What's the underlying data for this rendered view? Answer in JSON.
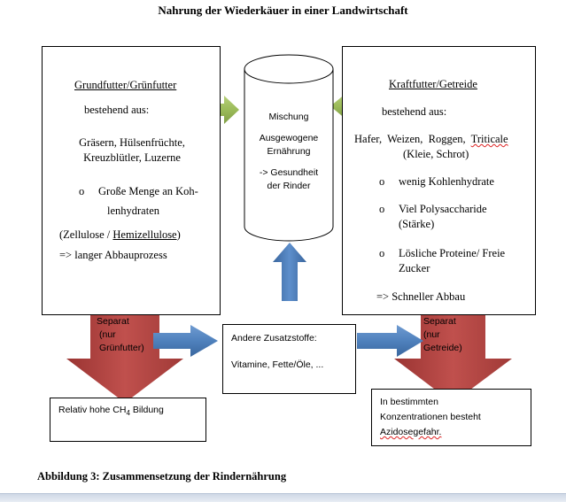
{
  "title": "Nahrung der Wiederkäuer  in einer Landwirtschaft",
  "left_box": {
    "heading": "Grundfutter/Grünfutter",
    "sub": "bestehend  aus:",
    "line1": "Gräsern, Hülsenfrüchte,",
    "line2": "Kreuzblütler, Luzerne",
    "bullet1_marker": "o",
    "bullet1_line1": "Große Menge  an Koh-",
    "bullet1_line2": "lenhydraten",
    "line3_open": "(Zellulose / ",
    "line3_word": "Hemizellulose",
    "line3_close": ")",
    "line4": "=> langer Abbauprozess"
  },
  "center": {
    "line1": "Mischung",
    "line2": "Ausgewogene",
    "line3": "Ernährung",
    "line4": "-> Gesundheit",
    "line5": "der Rinder"
  },
  "right_box": {
    "heading": "Kraftfutter/Getreide",
    "sub": "bestehend  aus:",
    "line1_plain": "Hafer,  Weizen,  Roggen,  ",
    "line1_word": "Triticale",
    "line2": "(Kleie,  Schrot)",
    "bullet_marker": "o",
    "bullet1": "wenig Kohlenhydrate",
    "bullet2_line1": "Viel Polysaccharide",
    "bullet2_line2": "(Stärke)",
    "bullet3_line1": "Lösliche  Proteine/ Freie",
    "bullet3_line2": "Zucker",
    "line_last": "=> Schneller  Abbau"
  },
  "arrow_left": {
    "line1": "Separat",
    "line2": "(nur",
    "line3": "Grünfutter)"
  },
  "arrow_right": {
    "line1": "Separat",
    "line2": "(nur",
    "line3": "Getreide)"
  },
  "additives": {
    "line1": "Andere Zusatzstoffe:",
    "line2": "Vitamine, Fette/Öle, ..."
  },
  "bottom_left": {
    "prefix": "Relativ hohe CH",
    "sub": "4",
    "suffix": " Bildung"
  },
  "bottom_right": {
    "line1": "In bestimmten",
    "line2": "Konzentrationen besteht",
    "line3": "Azidosegefahr."
  },
  "caption": "Abbildung 3:  Zusammensetzung  der Rindernährung",
  "colors": {
    "red_arrow": "#c0504d",
    "blue_arrow": "#4f81bd",
    "green_arrow": "#9bbb59"
  }
}
